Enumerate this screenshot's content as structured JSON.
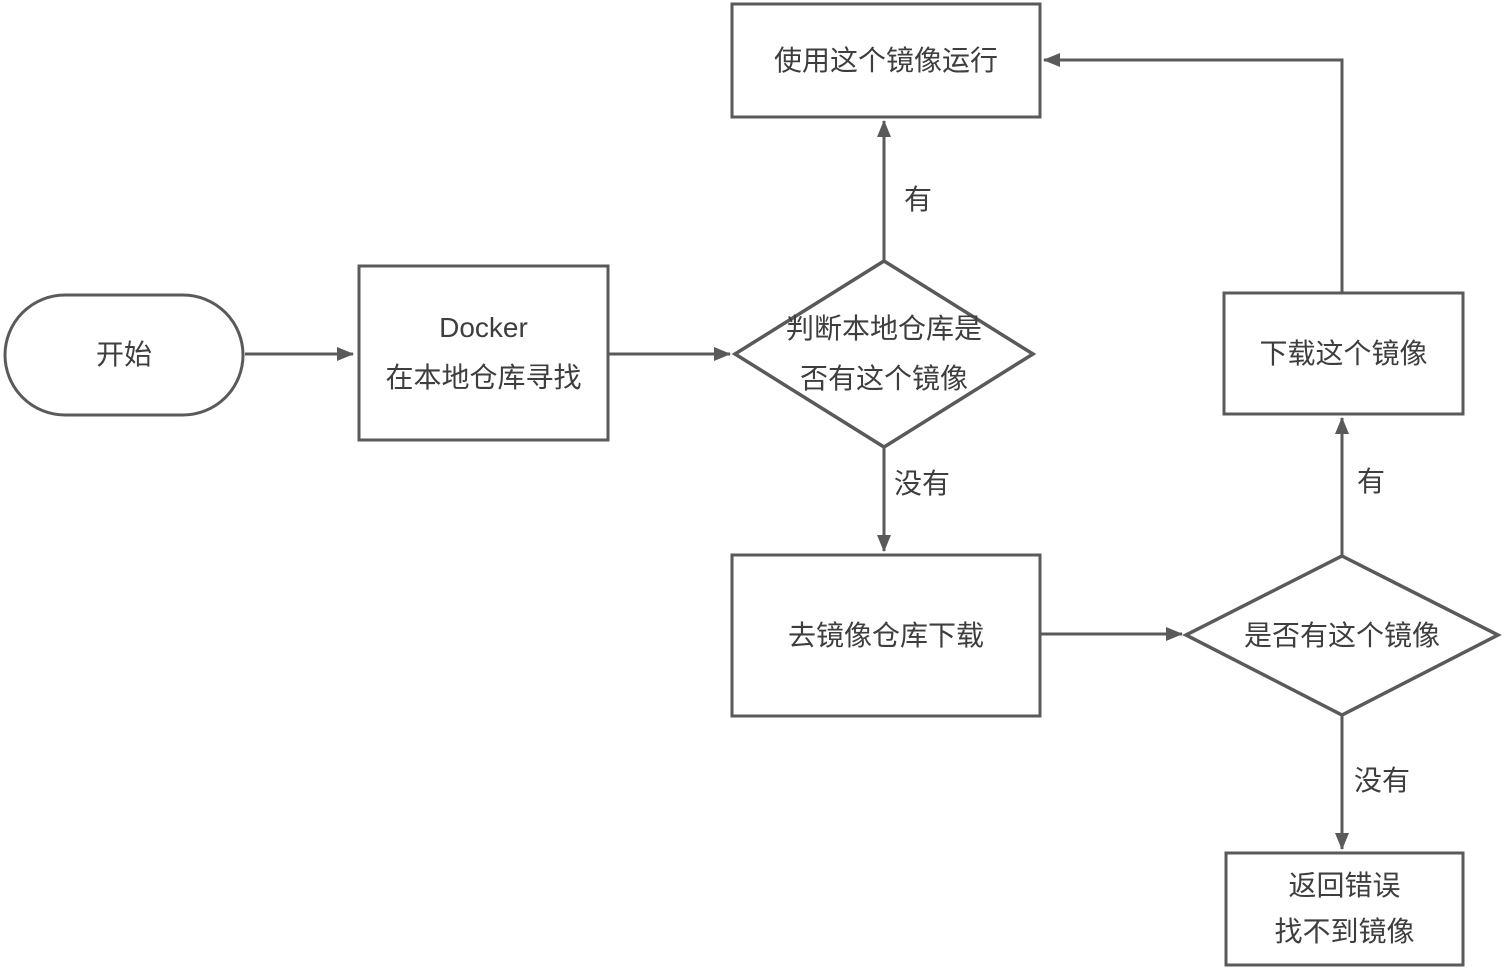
{
  "colors": {
    "line": "#5a5a5a",
    "text": "#3e3e3e",
    "node_fill": "#ffffff",
    "background": "#ffffff"
  },
  "nodes": {
    "start": {
      "shape": "stadium",
      "label": "开始"
    },
    "docker_search": {
      "shape": "rectangle",
      "line1": "Docker",
      "line2": "在本地仓库寻找"
    },
    "check_local_repo": {
      "shape": "diamond",
      "line1": "判断本地仓库是",
      "line2": "否有这个镜像"
    },
    "run_with_image": {
      "shape": "rectangle",
      "label": "使用这个镜像运行"
    },
    "download_from_registry": {
      "shape": "rectangle",
      "label": "去镜像仓库下载"
    },
    "check_registry_has_image": {
      "shape": "diamond",
      "label": "是否有这个镜像"
    },
    "download_image": {
      "shape": "rectangle",
      "label": "下载这个镜像"
    },
    "return_error": {
      "shape": "rectangle",
      "line1": "返回错误",
      "line2": "找不到镜像"
    }
  },
  "edge_labels": {
    "local_has": "有",
    "local_none": "没有",
    "registry_has": "有",
    "registry_none": "没有"
  }
}
